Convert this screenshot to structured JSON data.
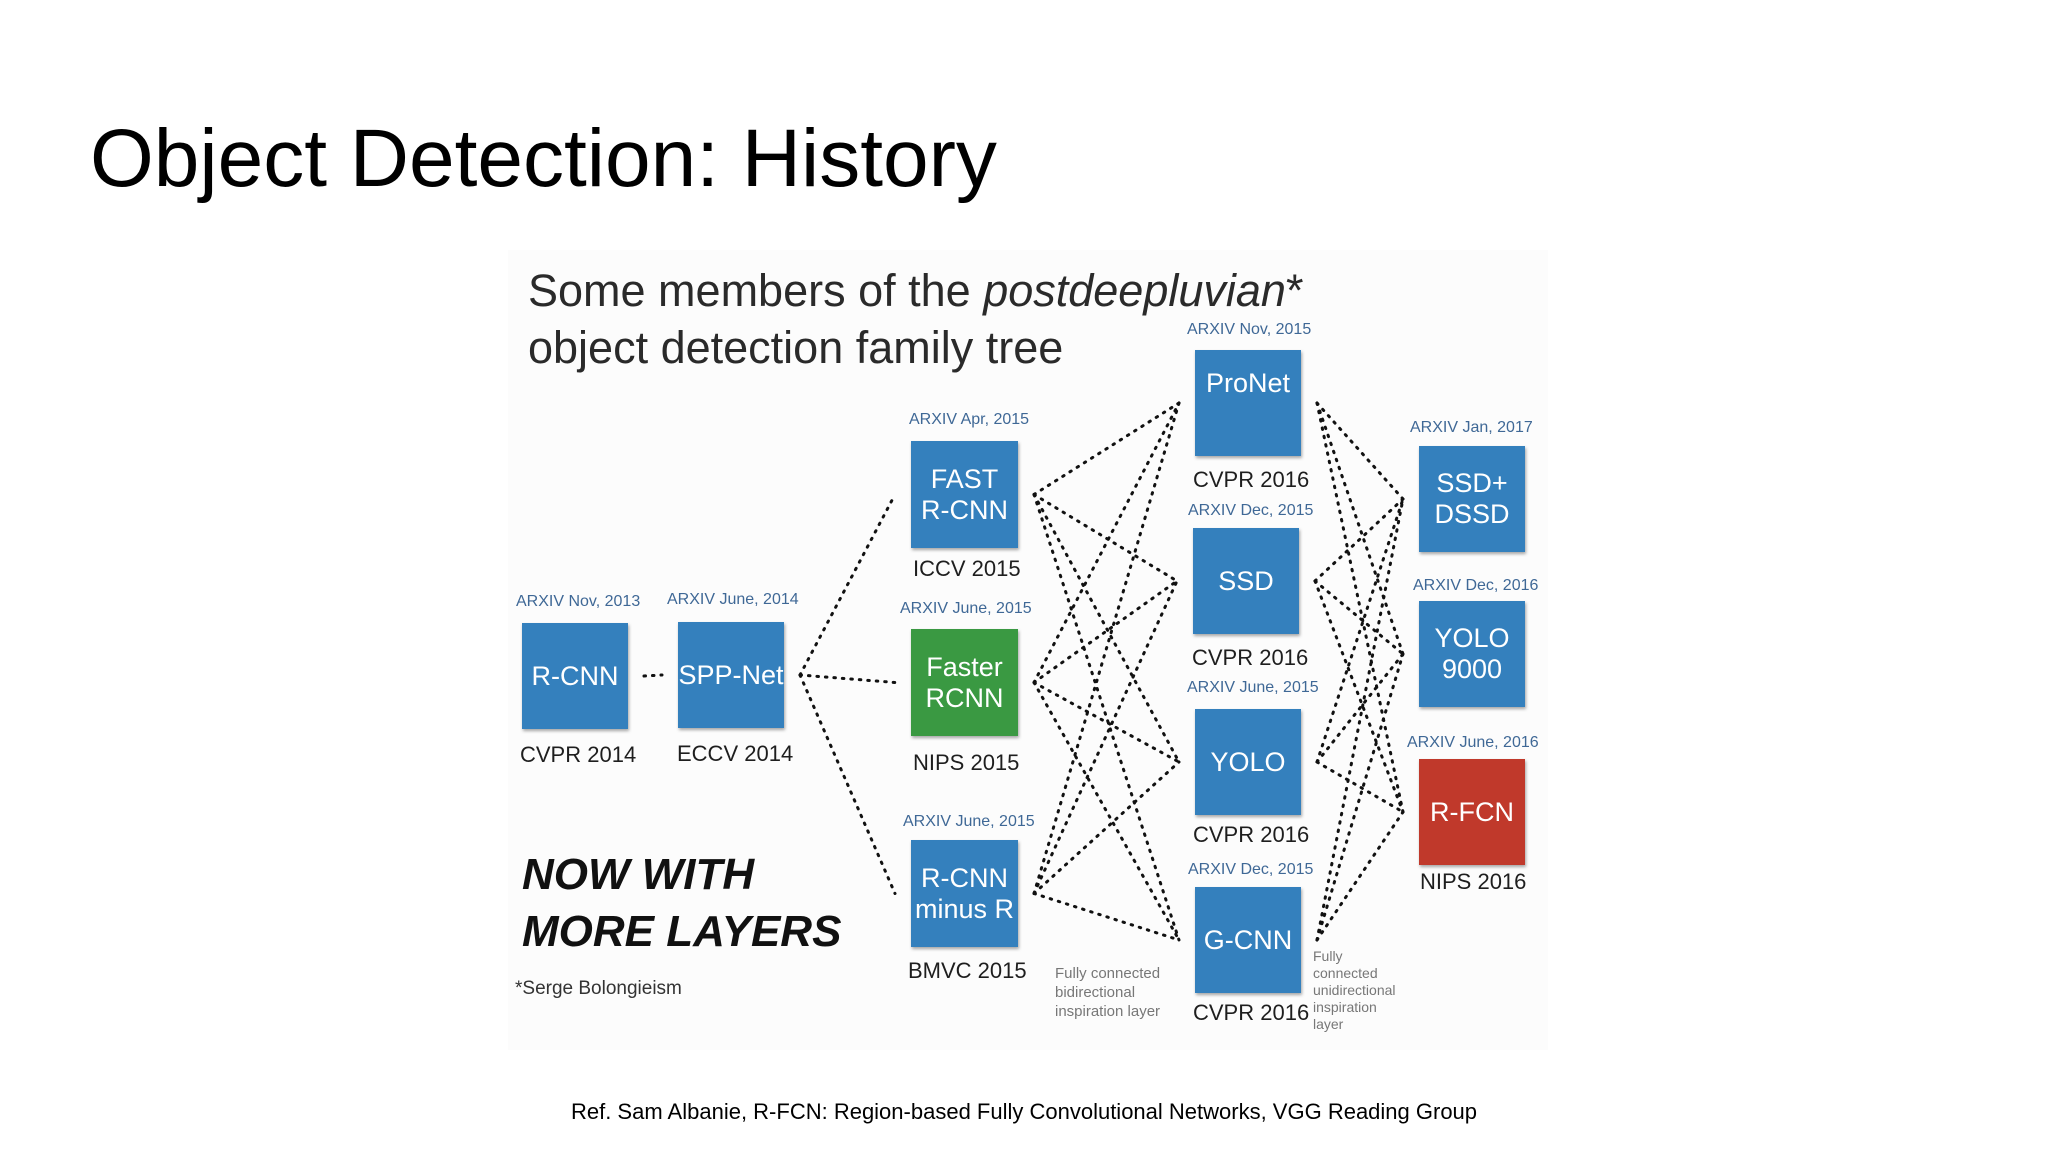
{
  "slide": {
    "title": "Object Detection: History",
    "reference": "Ref. Sam Albanie, R-FCN: Region-based Fully Convolutional Networks, VGG Reading Group"
  },
  "figure": {
    "subtitle": {
      "line1_prefix": "Some members of the ",
      "line1_emphasis": "postdeepluvian",
      "line1_suffix": "*",
      "line2": "object detection family tree"
    },
    "slogan": {
      "line1": "NOW WITH",
      "line2": "MORE LAYERS"
    },
    "footnote": "*Serge Bolongieism",
    "colors": {
      "default_node": "#3480bd",
      "highlight_node": "#3a9942",
      "target_node": "#c0392b",
      "tag_text": "#3f6896"
    },
    "nodes": {
      "rcnn": {
        "lines": [
          "R-CNN"
        ],
        "tag": "ARXIV Nov, 2013",
        "venue": "CVPR 2014",
        "color": "#3480bd"
      },
      "sppnet": {
        "lines": [
          "SPP-Net"
        ],
        "tag": "ARXIV June, 2014",
        "venue": "ECCV 2014",
        "color": "#3480bd"
      },
      "fast_rcnn": {
        "lines": [
          "FAST",
          "R-CNN"
        ],
        "tag": "ARXIV Apr, 2015",
        "venue": "ICCV 2015",
        "color": "#3480bd"
      },
      "faster_rcnn": {
        "lines": [
          "Faster",
          "RCNN"
        ],
        "tag": "ARXIV June, 2015",
        "venue": "NIPS 2015",
        "color": "#3a9942"
      },
      "rcnn_minus_r": {
        "lines": [
          "R-CNN",
          "minus R"
        ],
        "tag": "ARXIV June, 2015",
        "venue": "BMVC 2015",
        "color": "#3480bd"
      },
      "pronet": {
        "lines": [
          "ProNet"
        ],
        "tag": "ARXIV Nov, 2015",
        "venue": "CVPR 2016",
        "color": "#3480bd"
      },
      "ssd": {
        "lines": [
          "SSD"
        ],
        "tag": "ARXIV Dec, 2015",
        "venue": "CVPR 2016",
        "color": "#3480bd"
      },
      "yolo": {
        "lines": [
          "YOLO"
        ],
        "tag": "ARXIV June, 2015",
        "venue": "CVPR 2016",
        "color": "#3480bd"
      },
      "gcnn": {
        "lines": [
          "G-CNN"
        ],
        "tag": "ARXIV Dec, 2015",
        "venue": "CVPR 2016",
        "color": "#3480bd"
      },
      "ssd_dssd": {
        "lines": [
          "SSD+",
          "DSSD"
        ],
        "tag": "ARXIV Jan, 2017",
        "color": "#3480bd"
      },
      "yolo9000": {
        "lines": [
          "YOLO",
          "9000"
        ],
        "tag": "ARXIV Dec, 2016",
        "color": "#3480bd"
      },
      "rfcn": {
        "lines": [
          "R-FCN"
        ],
        "tag": "ARXIV June, 2016",
        "venue": "NIPS 2016",
        "color": "#c0392b"
      }
    },
    "captions": {
      "bidirectional": [
        "Fully connected",
        "bidirectional",
        "inspiration layer"
      ],
      "unidirectional": [
        "Fully",
        "connected",
        "unidirectional",
        "inspiration",
        "layer"
      ]
    },
    "edges": [
      [
        "rcnn",
        "sppnet"
      ],
      [
        "sppnet",
        "fast_rcnn"
      ],
      [
        "sppnet",
        "faster_rcnn"
      ],
      [
        "sppnet",
        "rcnn_minus_r"
      ],
      [
        "fast_rcnn",
        "pronet"
      ],
      [
        "fast_rcnn",
        "ssd"
      ],
      [
        "fast_rcnn",
        "yolo"
      ],
      [
        "fast_rcnn",
        "gcnn"
      ],
      [
        "faster_rcnn",
        "pronet"
      ],
      [
        "faster_rcnn",
        "ssd"
      ],
      [
        "faster_rcnn",
        "yolo"
      ],
      [
        "faster_rcnn",
        "gcnn"
      ],
      [
        "rcnn_minus_r",
        "pronet"
      ],
      [
        "rcnn_minus_r",
        "ssd"
      ],
      [
        "rcnn_minus_r",
        "yolo"
      ],
      [
        "rcnn_minus_r",
        "gcnn"
      ],
      [
        "pronet",
        "ssd_dssd"
      ],
      [
        "pronet",
        "yolo9000"
      ],
      [
        "pronet",
        "rfcn"
      ],
      [
        "ssd",
        "ssd_dssd"
      ],
      [
        "ssd",
        "yolo9000"
      ],
      [
        "ssd",
        "rfcn"
      ],
      [
        "yolo",
        "ssd_dssd"
      ],
      [
        "yolo",
        "yolo9000"
      ],
      [
        "yolo",
        "rfcn"
      ],
      [
        "gcnn",
        "ssd_dssd"
      ],
      [
        "gcnn",
        "yolo9000"
      ],
      [
        "gcnn",
        "rfcn"
      ]
    ]
  }
}
